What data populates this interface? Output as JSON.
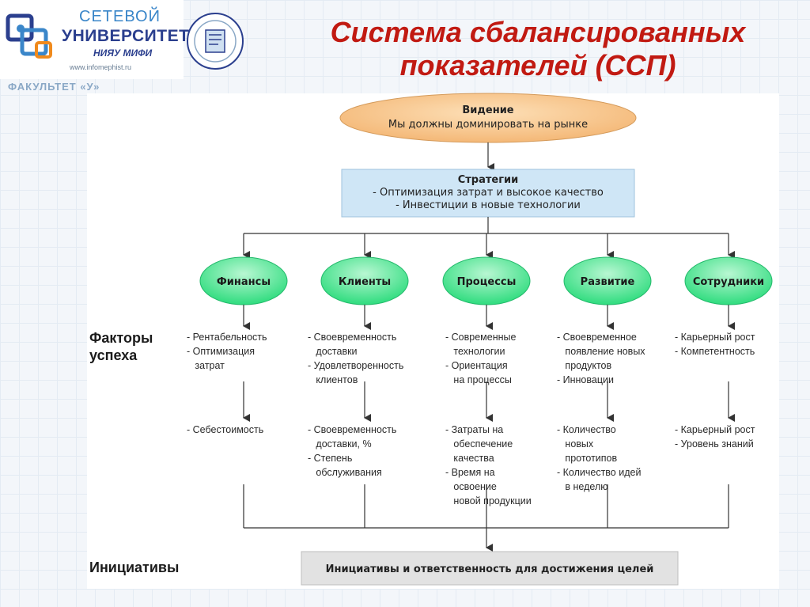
{
  "header": {
    "logo_line1": "СЕТЕВОЙ",
    "logo_line2": "УНИВЕРСИТЕТ",
    "logo_line3": "НИЯУ МИФИ",
    "logo_url": "www.infomephist.ru",
    "faculty": "ФАКУЛЬТЕТ «У»",
    "title_line1": "Система сбалансированных",
    "title_line2": "показателей (ССП)"
  },
  "diagram": {
    "vision": {
      "title": "Видение",
      "text": "Мы должны доминировать на рынке"
    },
    "strategies": {
      "title": "Стратегии",
      "items": [
        "- Оптимизация затрат и высокое качество",
        "- Инвестиции в новые технологии"
      ]
    },
    "perspectives": [
      "Финансы",
      "Клиенты",
      "Процессы",
      "Развитие",
      "Сотрудники"
    ],
    "side_labels": {
      "success_factors": "Факторы\nуспеха",
      "initiatives": "Инициативы"
    },
    "success_factors": [
      "- Рентабельность\n- Оптимизация\n   затрат",
      "- Своевременность\n   доставки\n- Удовлетворенность\n   клиентов",
      "- Современные\n   технологии\n- Ориентация\n   на процессы",
      "- Своевременное\n   появление новых\n   продуктов\n- Инновации",
      "- Карьерный рост\n- Компетентность"
    ],
    "indicators": [
      "- Себестоимость",
      "- Своевременность\n   доставки, %\n- Степень\n   обслуживания",
      "- Затраты на\n   обеспечение\n   качества\n- Время на\n   освоение\n   новой продукции",
      "- Количество\n   новых\n   прототипов\n- Количество идей\n   в неделю",
      "- Карьерный рост\n- Уровень знаний"
    ],
    "initiatives_box": "Инициативы и ответственность для достижения целей"
  },
  "colors": {
    "title": "#c11a12",
    "vision_fill": "#f8c98f",
    "strategy_fill": "#cfe6f6",
    "ellipse_fill": "#67e8a0",
    "initiatives_fill": "#e2e2e2",
    "line": "#333333"
  }
}
